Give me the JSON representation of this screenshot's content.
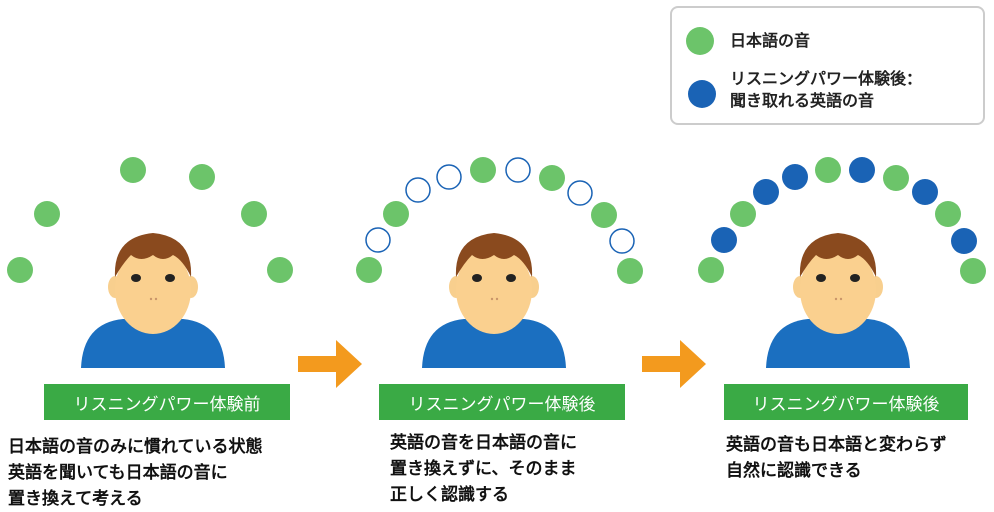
{
  "legend": {
    "japanese_sound": "日本語の音",
    "english_sound_line1": "リスニングパワー体験後：",
    "english_sound_line2": "聞き取れる英語の音"
  },
  "colors": {
    "japanese_dot": "#6cc46a",
    "english_dot": "#1a63b5",
    "label_bg": "#3aaa45",
    "arrow": "#f39a1e"
  },
  "panels": [
    {
      "label": "リスニングパワー体験前",
      "lines": [
        "日本語の音のみに慣れている状態",
        "英語を聞いても日本語の音に",
        "置き換えて考える"
      ]
    },
    {
      "label": "リスニングパワー体験後",
      "lines": [
        "英語の音を日本語の音に",
        "置き換えずに、そのまま",
        "正しく認識する"
      ]
    },
    {
      "label": "リスニングパワー体験後",
      "lines": [
        "英語の音も日本語と変わらず",
        "自然に認識できる"
      ]
    }
  ]
}
